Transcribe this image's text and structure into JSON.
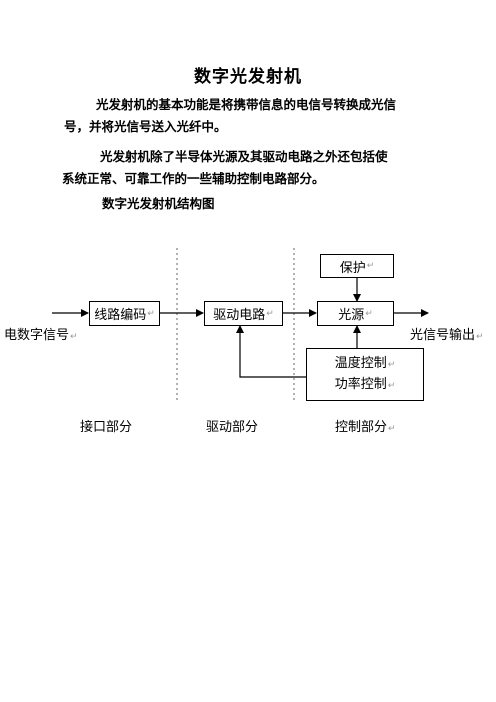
{
  "title": "数字光发射机",
  "paragraphs": [
    {
      "lines": [
        "光发射机的基本功能是将携带信息的电信号转换成光信",
        "号，并将光信号送入光纤中。"
      ]
    },
    {
      "lines": [
        "光发射机除了半导体光源及其驱动电路之外还包括使",
        "系统正常、可靠工作的一些辅助控制电路部分。"
      ]
    }
  ],
  "caption": "数字光发射机结构图",
  "diagram": {
    "input_label": "电数字信号",
    "output_label": "光信号输出",
    "blocks": {
      "line_coding": "线路编码",
      "drive_circuit": "驱动电路",
      "light_source": "光源",
      "protection": "保护",
      "temp_control": "温度控制",
      "power_control": "功率控制"
    },
    "sections": [
      "接口部分",
      "驱动部分",
      "控制部分"
    ]
  }
}
